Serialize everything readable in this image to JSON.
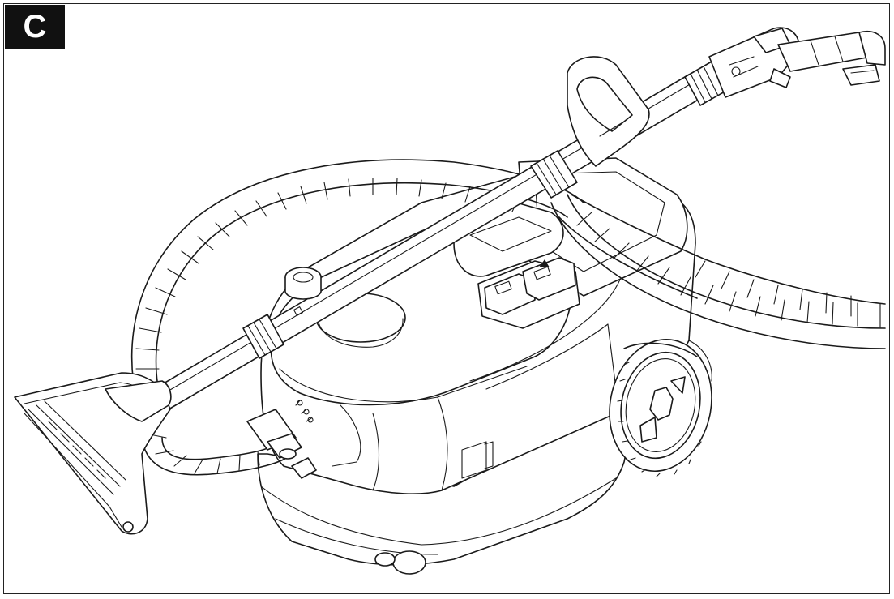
{
  "figure": {
    "label": "C"
  },
  "colors": {
    "line": "#1a1a1a",
    "background": "#ffffff",
    "badge_bg": "#111111",
    "badge_text": "#ffffff"
  },
  "illustration": {
    "subject": "carpet-washer-vacuum-cleaner",
    "parts": [
      "floor-nozzle",
      "extension-tube",
      "spray-hose",
      "body",
      "rear-wheel",
      "carry-handle",
      "top-control-switches",
      "hose-handle",
      "hose-connector"
    ]
  }
}
